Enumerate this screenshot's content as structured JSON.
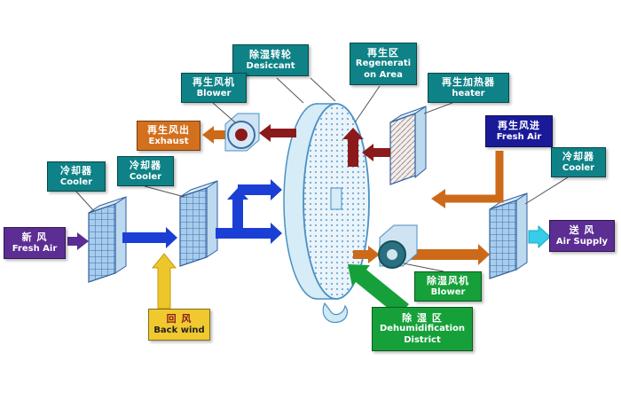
{
  "labels": {
    "desiccant_wheel": {
      "zh": "除湿转轮",
      "en": "Desiccant"
    },
    "regeneration_area": {
      "zh": "再生区",
      "en1": "Regenerati",
      "en2": "on Area"
    },
    "regen_blower": {
      "zh": "再生风机",
      "en": "Blower"
    },
    "regen_heater": {
      "zh": "再生加热器",
      "en": "heater"
    },
    "regen_exhaust": {
      "zh": "再生风出",
      "en": "Exhaust"
    },
    "regen_fresh_air": {
      "zh": "再生风进",
      "en": "Fresh Air"
    },
    "cooler_left1": {
      "zh": "冷却器",
      "en": "Cooler"
    },
    "cooler_left2": {
      "zh": "冷却器",
      "en": "Cooler"
    },
    "cooler_right": {
      "zh": "冷却器",
      "en": "Cooler"
    },
    "fresh_air_in": {
      "zh": "新  风",
      "en": "Fresh Air"
    },
    "air_supply": {
      "zh": "送  风",
      "en": "Air Supply"
    },
    "back_wind": {
      "zh": "回  风",
      "en": "Back wind"
    },
    "dehum_blower": {
      "zh": "除湿风机",
      "en": "Blower"
    },
    "dehum_district": {
      "zh": "除 湿 区",
      "en1": "Dehumidification",
      "en2": "District"
    }
  },
  "colors": {
    "teal": "#0e8286",
    "orange_box": "#d2701e",
    "navy": "#1a1a99",
    "purple": "#5c2d92",
    "yellow": "#f0c830",
    "green": "#16a03a",
    "arrow_blue": "#1b3fd4",
    "arrow_orange": "#cc6a1a",
    "arrow_maroon": "#8b1a1a",
    "arrow_yellow": "#ecc62a",
    "arrow_cyan": "#35cdea",
    "wheel_fill": "#d6ecf7",
    "wheel_stroke": "#4a90c4"
  }
}
